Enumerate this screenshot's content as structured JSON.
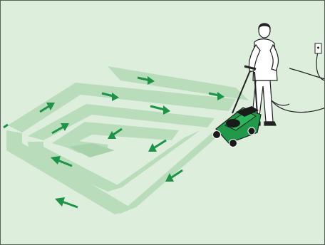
{
  "colors": {
    "lawn_background": "#deeedd",
    "mown_path": "#b9dcbb",
    "arrow": "#1b9447",
    "mower_body": "#1e9a4a",
    "mower_dark": "#1a1a1a",
    "outline": "#222222",
    "frame_border": "#5a5f5a"
  },
  "icons": {
    "person": "operator-figure",
    "mower": "lawn-mower",
    "socket": "wall-socket",
    "cable": "power-cable"
  }
}
